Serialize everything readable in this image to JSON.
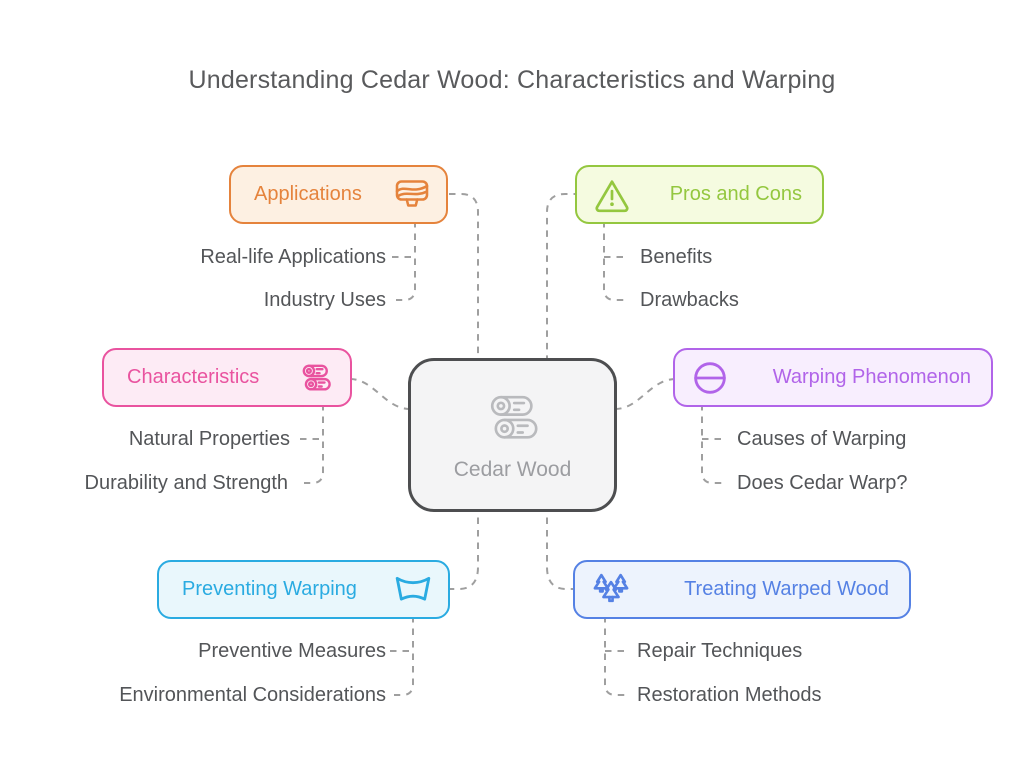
{
  "title": "Understanding Cedar Wood: Characteristics and Warping",
  "center": {
    "label": "Cedar Wood",
    "icon": "logs-icon"
  },
  "branches": [
    {
      "label": "Applications",
      "icon": "bowl-icon",
      "icon_side": "right",
      "color": "#e5833c",
      "bg": "#fdf0e2",
      "children": [
        "Real-life Applications",
        "Industry Uses"
      ]
    },
    {
      "label": "Pros and Cons",
      "icon": "warning-triangle-icon",
      "icon_side": "left",
      "color": "#94c73f",
      "bg": "#f5fbe0",
      "children": [
        "Benefits",
        "Drawbacks"
      ]
    },
    {
      "label": "Characteristics",
      "icon": "logs-icon",
      "icon_side": "right",
      "color": "#e9539f",
      "bg": "#fdebf5",
      "children": [
        "Natural Properties",
        "Durability and Strength"
      ]
    },
    {
      "label": "Warping Phenomenon",
      "icon": "minus-circle-icon",
      "icon_side": "left",
      "color": "#b164e9",
      "bg": "#f8eefe",
      "children": [
        "Causes of Warping",
        "Does Cedar Warp?"
      ]
    },
    {
      "label": "Preventing Warping",
      "icon": "fan-icon",
      "icon_side": "right",
      "color": "#2aabe1",
      "bg": "#e9f7fc",
      "children": [
        "Preventive Measures",
        "Environmental Considerations"
      ]
    },
    {
      "label": "Treating Warped Wood",
      "icon": "pine-trees-icon",
      "icon_side": "left",
      "color": "#5581e4",
      "bg": "#edf3fd",
      "children": [
        "Repair Techniques",
        "Restoration Methods"
      ]
    }
  ],
  "colors": {
    "connector": "#9f9f9f",
    "title_text": "#595a5c",
    "sub_text": "#535558",
    "center_border": "#4d4e50",
    "center_bg": "#f4f4f5",
    "center_text": "#9c9da1",
    "center_icon": "#b9babd"
  }
}
